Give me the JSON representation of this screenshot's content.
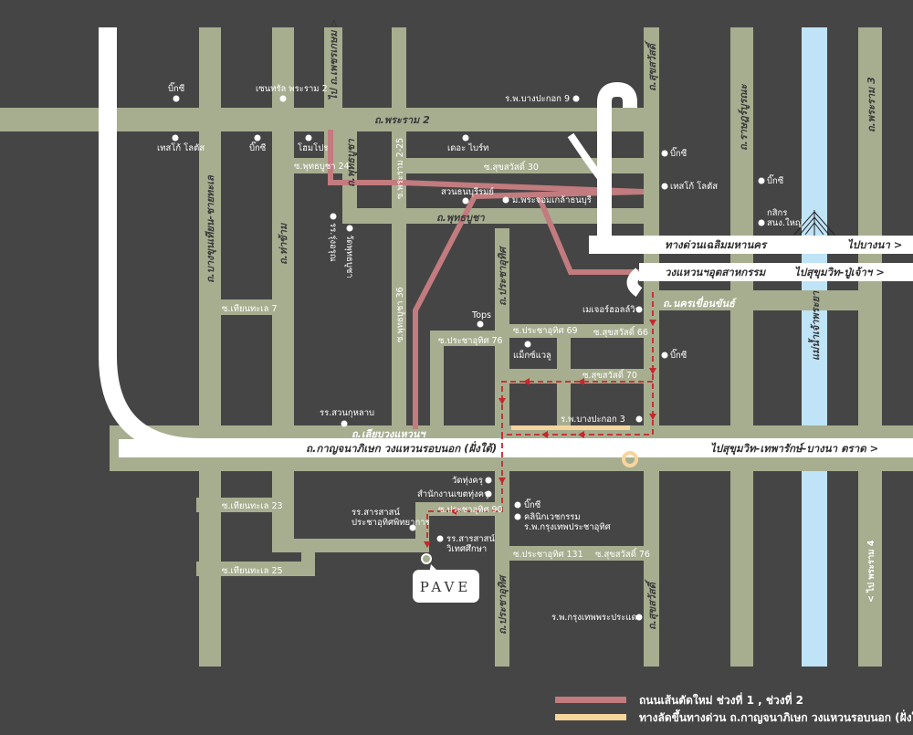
{
  "colors": {
    "background": "#454545",
    "road": "#a7ae90",
    "expressway": "#ffffff",
    "new_road": "#c27b7e",
    "shortcut": "#f6d59c",
    "route": "#c8262b",
    "river": "#bfe3f7"
  },
  "roads": {
    "rama2": "ถ.พระราม 2",
    "to_phetkasem": "ไป ถ.เพชรเกษม >",
    "phutthabucha_v": "ถ.พุทธบูชา",
    "phutthabucha_24": "ซ.พุทธบูชา 24",
    "rama2_25": "ซ.พระราม 2-25",
    "suksawat_30": "ซ.สุขสวัสดิ์ 30",
    "phutthabucha_h": "ถ.พุทธบูชา",
    "suksawat_top": "ถ.สุขสวัสดิ์",
    "ratburana": "ถ.ราษฎร์บูรณะ",
    "rama3": "ถ.พระราม 3",
    "bangkhunthian": "ถ.บางขุนเทียน-ชายทะเล",
    "thakham": "ถ.ท่าข้าม",
    "thianthale_7": "ซ.เทียนทะเล 7",
    "phutthabucha_36": "ซ.พุทธบูชา 36",
    "pracha_uthit_top": "ถ.ประชาอุทิศ",
    "pracha_uthit_69": "ซ.ประชาอุทิศ 69",
    "suksawat_66": "ซ.สุขสวัสดิ์ 66",
    "pracha_uthit_76": "ซ.ประชาอุทิศ 76",
    "nakhon_khuean_khan": "ถ.นครเขื่อนขันธ์",
    "suksawat_70": "ซ.สุขสวัสดิ์ 70",
    "river": "แม่น้ำเจ้าพระยา",
    "liap_wongwaen": "ถ.เลียบวงแหวนฯ",
    "thianthale_23": "ซ.เทียนทะเล 23",
    "pracha_uthit_90": "ซ.ประชาอุทิศ 90",
    "pracha_uthit_131": "ซ.ประชาอุทิศ 131",
    "suksawat_76": "ซ.สุขสวัสดิ์ 76",
    "thianthale_25": "ซ.เทียนทะเล 25",
    "pracha_uthit_bottom": "ถ.ประชาอุทิศ",
    "suksawat_bottom": "ถ.สุขสวัสดิ์",
    "to_rama4": "< ไป พระราม 4"
  },
  "expressways": {
    "chaloem": "ทางด่วนเฉลิมมหานคร",
    "to_bangna": "ไปบางนา >",
    "industrial_ring": "วงแหวนฯอุตสาหกรรม",
    "to_sukhumvit_pu_chao": "ไปสุขุมวิท-ปู่เจ้าฯ >",
    "kanchanaphisek": "ถ.กาญจนาภิเษก วงแหวนรอบนอก (ฝั่งใต้)",
    "to_sukhumvit_bangna": "ไปสุขุมวิท-เทพารักษ์-บางนา ตราด >"
  },
  "pois": [
    "บิ๊กซี",
    "เซนทรัล พระราม 2",
    "ร.พ.บางปะกอก 9",
    "เทสโก้ โลตัส",
    "บิ๊กซี",
    "โฮมโปร",
    "เดอะ ไบร์ท",
    "สวนธนบุรีรมย์",
    "ม.พระจอมเกล้าธนบุรี",
    "บิ๊กซี",
    "เทสโก้ โลตัส",
    "บิ๊กซี",
    "กสิกร",
    "สนง.ใหญ่",
    "รร.รุ่งอรุณ",
    "วัดพุทธบูชา",
    "Tops",
    "แม็กซ์แวลู",
    "เมเจอร์ฮอลล์วิว",
    "บิ๊กซี",
    "ร.พ.บางปะกอก 3",
    "รร.สวนกุหลาบ",
    "วัดทุ่งครุ",
    "สำนักงานเขตทุ่งครุ",
    "บิ๊กซี",
    "คลินิกเวชกรรม",
    "ร.พ.กรุงเทพประชาอุทิศ",
    "รร.สารสาสน์",
    "ประชาอุทิศพิทยาการ",
    "รร.สารสาสน์",
    "วิเทศศึกษา",
    "ร.พ.กรุงเทพพระประแดง"
  ],
  "destination": {
    "name": "PAVE"
  },
  "legend": [
    {
      "label": "ถนนเส้นตัดใหม่ ช่วงที่ 1 , ช่วงที่ 2",
      "color": "#c27b7e"
    },
    {
      "label": "ทางลัดขึ้นทางด่วน ถ.กาญจนาภิเษก วงแหวนรอบนอก (ฝั่งใต้)",
      "color": "#f6d59c"
    }
  ]
}
